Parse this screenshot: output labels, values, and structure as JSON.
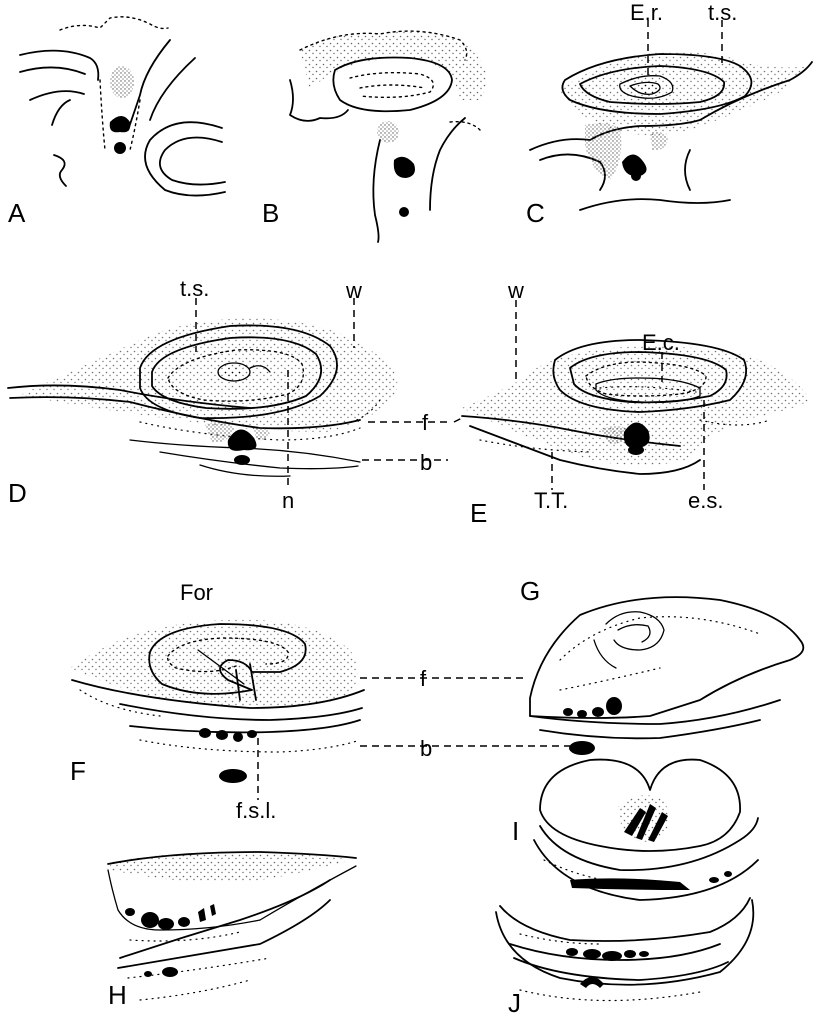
{
  "panels": {
    "A": "A",
    "B": "B",
    "C": "C",
    "D": "D",
    "E": "E",
    "F": "F",
    "G": "G",
    "H": "H",
    "I": "I",
    "J": "J"
  },
  "labels": {
    "Er": "E.r.",
    "ts": "t.s.",
    "w": "w",
    "Ec": "E.c.",
    "f": "f",
    "b": "b",
    "n": "n",
    "TT": "T.T.",
    "es": "e.s.",
    "For": "For",
    "fsl": "f.s.l."
  }
}
